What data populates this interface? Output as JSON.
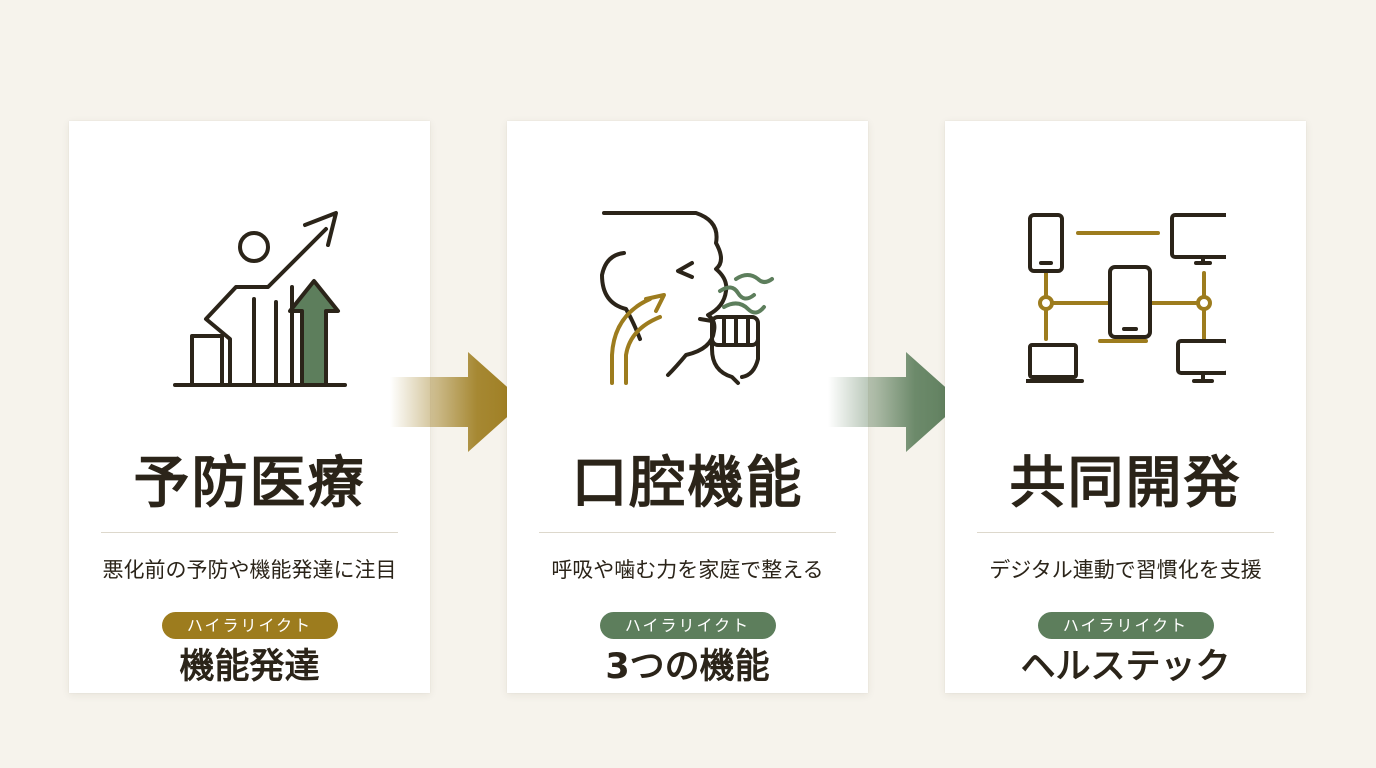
{
  "cards": [
    {
      "title": "予防医療",
      "description": "悪化前の予防や機能発達に注目",
      "badge": "ハイラリイクト",
      "highlight": "機能発達",
      "icon": "growth-chart-person-icon",
      "accent": "#9d7c1e"
    },
    {
      "title": "口腔機能",
      "description": "呼吸や噛む力を家庭で整える",
      "badge": "ハイラリイクト",
      "highlight": "3つの機能",
      "icon": "face-breathing-chew-icon",
      "accent": "#5d7e5c"
    },
    {
      "title": "共同開発",
      "description": "デジタル連動で習慣化を支援",
      "badge": "ハイラリイクト",
      "highlight": "ヘルステック",
      "icon": "connected-devices-icon",
      "accent": "#5d7e5c"
    }
  ],
  "colors": {
    "background": "#f6f3ec",
    "card": "#ffffff",
    "text": "#2b2419",
    "gold": "#9d7c1e",
    "green": "#5d7e5c"
  },
  "arrows": [
    {
      "icon": "arrow-right-icon",
      "color": "#9d7c1e"
    },
    {
      "icon": "arrow-right-icon",
      "color": "#5d7e5c"
    }
  ]
}
